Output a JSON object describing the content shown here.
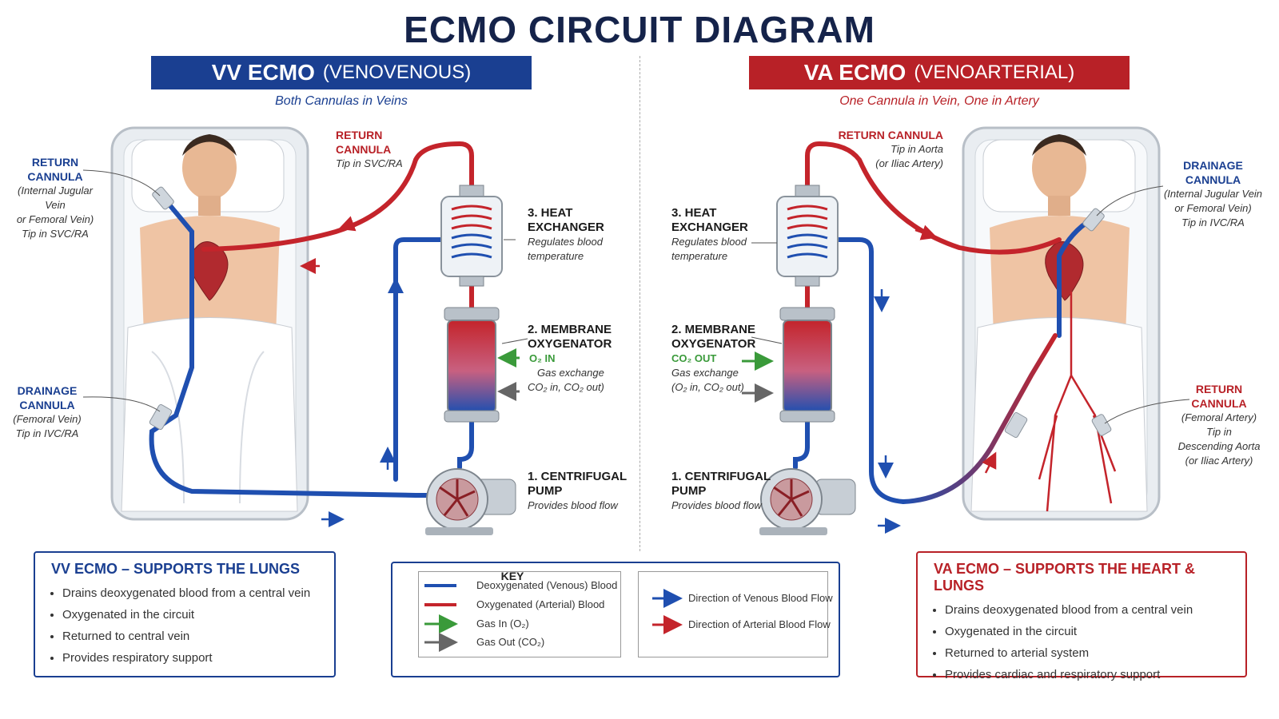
{
  "title": "ECMO CIRCUIT DIAGRAM",
  "colors": {
    "venous": "#1f4fb0",
    "arterial": "#c4242b",
    "gas_in": "#3a9a3a",
    "gas_out": "#666666",
    "vv_accent": "#1a3f91",
    "va_accent": "#b82127"
  },
  "vv": {
    "banner_main": "VV ECMO",
    "banner_sub": "(VENOVENOUS)",
    "subtitle": "Both Cannulas in Veins",
    "return_cannula": {
      "title": "RETURN CANNULA",
      "detail": "Tip in SVC/RA"
    },
    "return_cannula_left": {
      "title_1": "RETURN",
      "title_2": "CANNULA",
      "line1": "(Internal Jugular Vein",
      "line2": "or Femoral Vein)",
      "line3": "Tip in SVC/RA"
    },
    "drainage_cannula": {
      "title_1": "DRAINAGE",
      "title_2": "CANNULA",
      "line1": "(Femoral Vein)",
      "line2": "Tip in IVC/RA"
    },
    "heat_exchanger": {
      "title_1": "3. HEAT",
      "title_2": "EXCHANGER",
      "line1": "Regulates blood",
      "line2": "temperature"
    },
    "oxygenator": {
      "title_1": "2. MEMBRANE",
      "title_2": "OXYGENATOR",
      "gas_label": "O₂ IN",
      "line1": "Gas exchange",
      "line2": "CO₂ in, CO₂ out)"
    },
    "pump": {
      "title_1": "1. CENTRIFUGAL",
      "title_2": "PUMP",
      "line1": "Provides blood flow"
    },
    "box_title": "VV ECMO – SUPPORTS THE LUNGS",
    "box_items": [
      "Drains deoxygenated blood from a central vein",
      "Oxygenated in the circuit",
      "Returned to central vein",
      "Provides respiratory support"
    ]
  },
  "va": {
    "banner_main": "VA ECMO",
    "banner_sub": "(VENOARTERIAL)",
    "subtitle": "One Cannula in Vein, One in Artery",
    "return_cannula_top": {
      "title": "RETURN CANNULA",
      "line1": "Tip in Aorta",
      "line2": "(or Iliac Artery)"
    },
    "drainage_cannula": {
      "title_1": "DRAINAGE",
      "title_2": "CANNULA",
      "line1": "(Internal Jugular Vein",
      "line2": "or Femoral Vein)",
      "line3": "Tip in IVC/RA"
    },
    "return_cannula_right": {
      "title_1": "RETURN",
      "title_2": "CANNULA",
      "line1": "(Femoral Artery)",
      "line2": "Tip in",
      "line3": "Descending Aorta",
      "line4": "(or Iliac Artery)"
    },
    "heat_exchanger": {
      "title_1": "3. HEAT",
      "title_2": "EXCHANGER",
      "line1": "Regulates blood",
      "line2": "temperature"
    },
    "oxygenator": {
      "title_1": "2. MEMBRANE",
      "title_2": "OXYGENATOR",
      "gas_label": "CO₂ OUT",
      "line1": "Gas exchange",
      "line2": "(O₂ in, CO₂ out)"
    },
    "pump": {
      "title_1": "1. CENTRIFUGAL",
      "title_2": "PUMP",
      "line1": "Provides blood flow"
    },
    "box_title": "VA ECMO – SUPPORTS THE HEART & LUNGS",
    "box_items": [
      "Drains deoxygenated blood from a central vein",
      "Oxygenated in the circuit",
      "Returned to arterial system",
      "Provides cardiac and respiratory support"
    ]
  },
  "key": {
    "title": "KEY",
    "items": [
      "Deoxygenated (Venous) Blood",
      "Oxygenated (Arterial) Blood",
      "Gas In (O₂)",
      "Gas Out (CO₂)"
    ],
    "flow_items": [
      "Direction of Venous Blood Flow",
      "Direction of Arterial Blood Flow"
    ]
  }
}
